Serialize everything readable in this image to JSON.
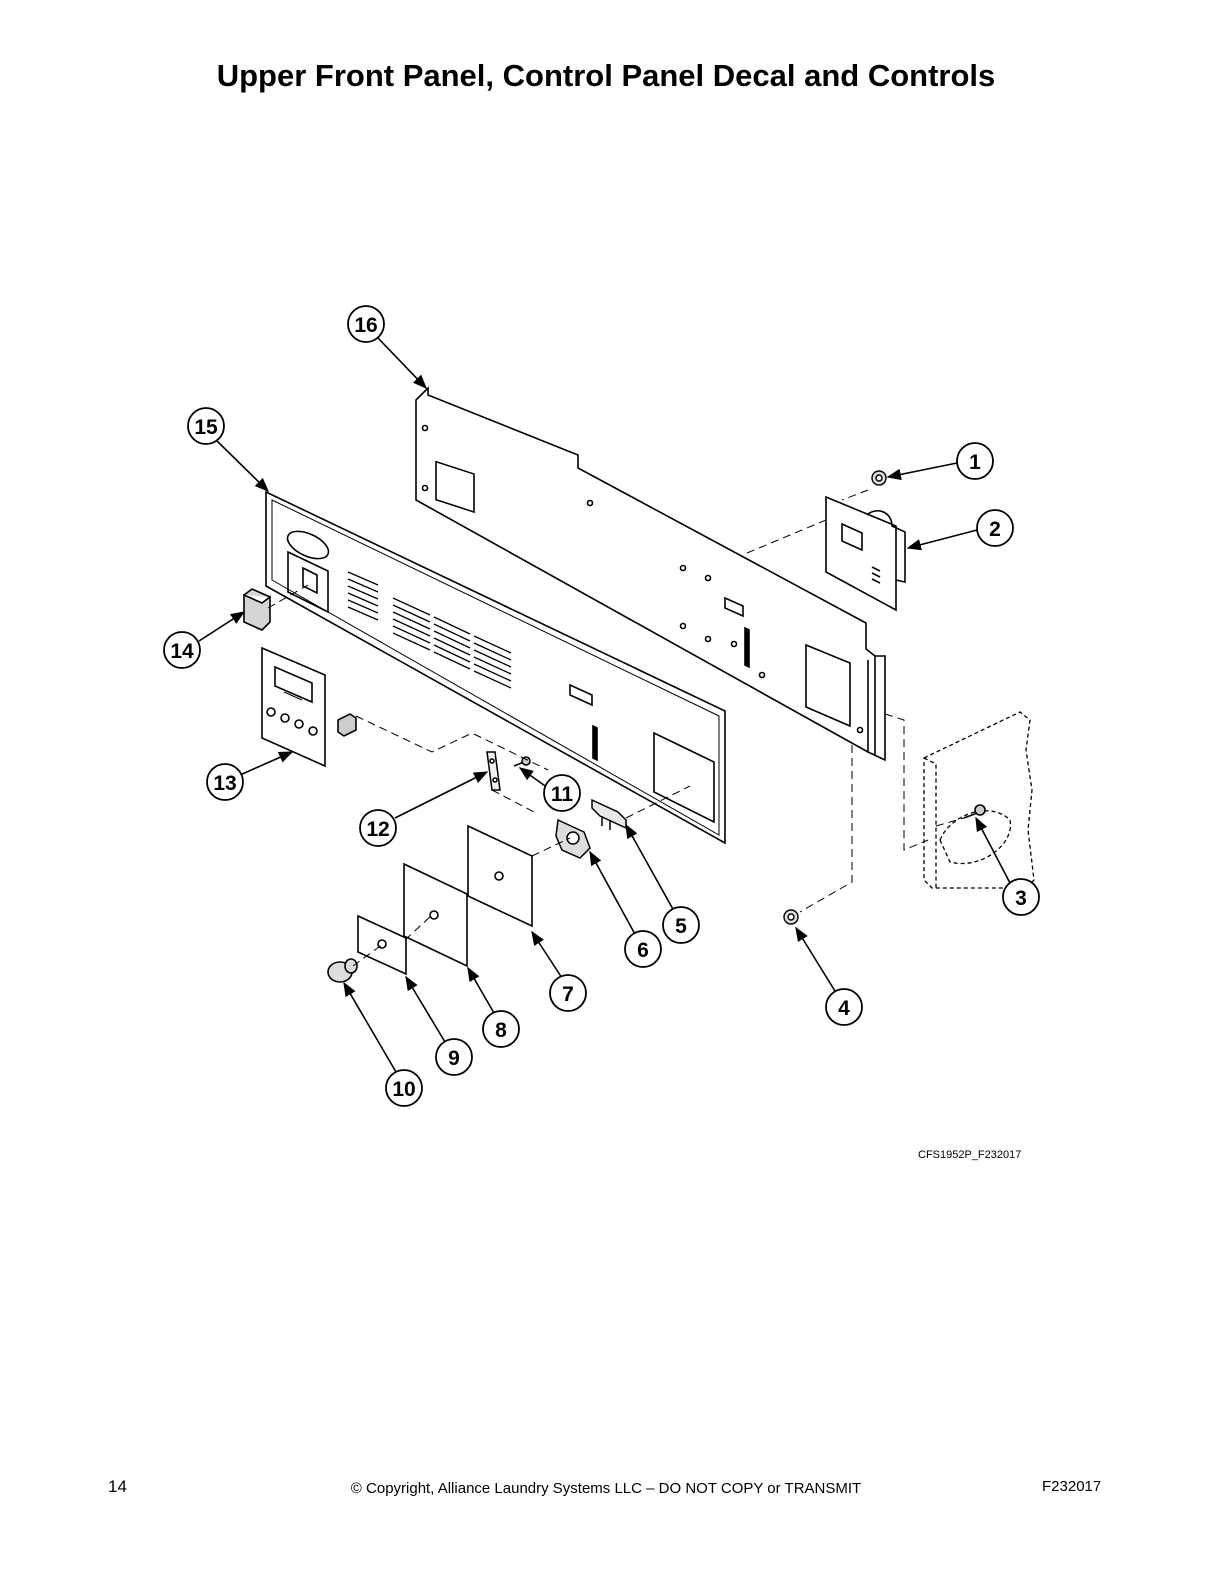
{
  "page": {
    "title": "Upper Front Panel, Control Panel Decal and Controls",
    "figure_code": "CFS1952P_F232017",
    "page_number": "14",
    "copyright": "© Copyright, Alliance Laundry Systems LLC – DO NOT COPY or TRANSMIT",
    "document_code": "F232017"
  },
  "callouts": [
    "1",
    "2",
    "3",
    "4",
    "5",
    "6",
    "7",
    "8",
    "9",
    "10",
    "11",
    "12",
    "13",
    "14",
    "15",
    "16"
  ]
}
